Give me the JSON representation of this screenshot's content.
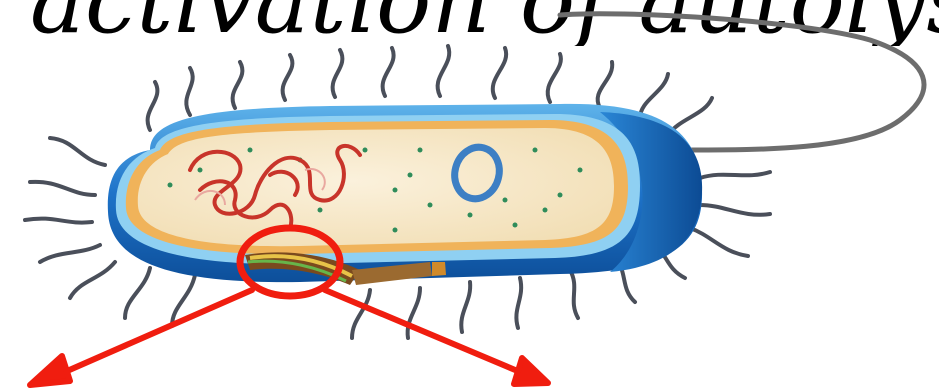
{
  "title": {
    "text": "activation of autolysin"
  },
  "colors": {
    "cell_wall_blue": "#1e73c9",
    "cell_wall_light": "#8fd0f2",
    "membrane_orange": "#f0b35a",
    "cytoplasm": "#f7e9cc",
    "dna_red": "#c8342a",
    "plasmid_blue": "#3d7fc4",
    "pili_gray": "#4a4f5a",
    "highlight_red": "#f01d0f"
  },
  "icons": {
    "bacterium": "bacterium-illustration",
    "highlight": "highlight-circle",
    "arrow_left": "arrow-down-left-icon",
    "arrow_right": "arrow-down-right-icon"
  }
}
